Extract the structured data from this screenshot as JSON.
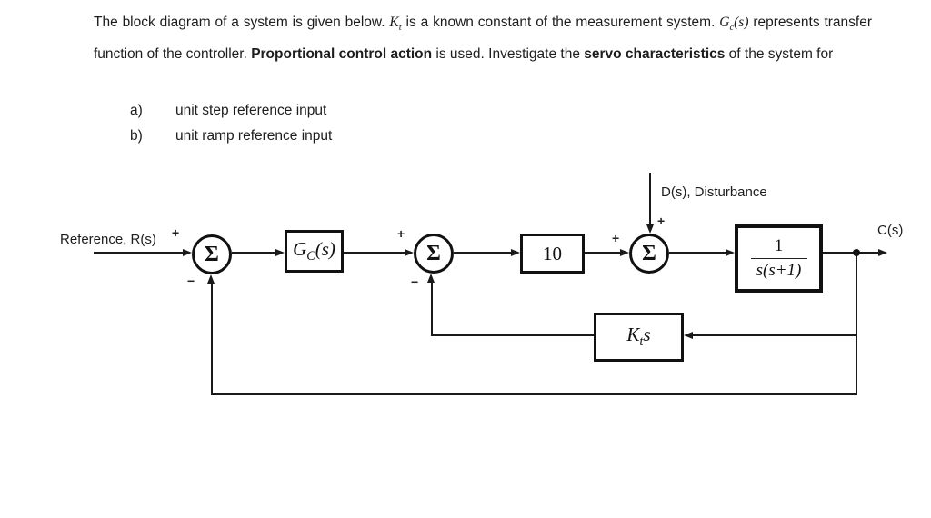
{
  "problem": {
    "seg1": "The block diagram of a system is given below. ",
    "kt": {
      "base": "K",
      "sub": "t"
    },
    "seg2": " is a known constant of the measurement system. ",
    "gc": {
      "base": "G",
      "sub": "c",
      "arg": "(s)"
    },
    "seg3": " represents transfer function of the controller. ",
    "bold1": "Proportional control action",
    "seg4": " is used. Investigate the ",
    "bold2": "servo characteristics",
    "seg5": " of the system for",
    "items": [
      {
        "marker": "a)",
        "text": "unit step reference input"
      },
      {
        "marker": "b)",
        "text": "unit ramp reference input"
      }
    ]
  },
  "diagram": {
    "reference_label": "Reference, R(s)",
    "disturbance_label": "D(s), Disturbance",
    "output_label": "C(s)",
    "sum1": {
      "symbol": "Σ",
      "sign_input": "+",
      "sign_feedback": "−"
    },
    "sum2": {
      "symbol": "Σ",
      "sign_input": "+",
      "sign_feedback": "−"
    },
    "sum3": {
      "symbol": "Σ",
      "sign_input": "+",
      "sign_disturbance": "+"
    },
    "blocks": {
      "controller": {
        "base": "G",
        "sub": "C",
        "arg": "(s)"
      },
      "gain": {
        "label": "10"
      },
      "plant": {
        "numerator": "1",
        "denominator": "s(s+1)"
      },
      "feedback": {
        "base": "K",
        "sub": "t",
        "arg": "s"
      }
    }
  },
  "colors": {
    "ink": "#1a1a1a",
    "background": "#ffffff"
  }
}
